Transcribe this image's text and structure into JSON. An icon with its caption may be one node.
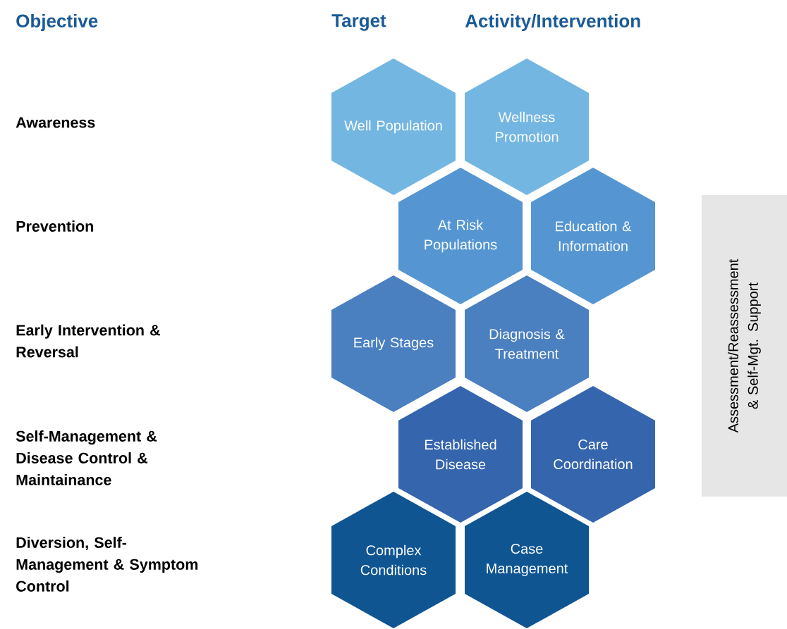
{
  "diagram": {
    "nodes": [
      {
        "text": [
          "Well Population"
        ]
      },
      {
        "text": [
          "Wellness Promotion"
        ]
      },
      {
        "text": [
          "At Risk Populations"
        ]
      },
      {
        "text": [
          "Education & Information"
        ]
      },
      {
        "text": [
          "Early Stages"
        ]
      },
      {
        "text": [
          "Diagnosis & Treatment"
        ]
      },
      {
        "text": [
          "Established Disease"
        ]
      },
      {
        "text": [
          "Care Coordination"
        ]
      },
      {
        "text": [
          "Complex Conditions"
        ]
      },
      {
        "text": [
          "Case Management"
        ]
      },
      {
        "text": [
          "Assessment/Reassessment & Self-Mgt. Support"
        ]
      }
    ],
    "labels": [
      "Objective",
      "Target",
      "Activity/Intervention",
      "Awareness",
      "Prevention",
      "Early Intervention & Reversal",
      "Self-Management & Disease Control & Maintainance",
      "Diversion, Self-Management & Symptom Control"
    ]
  }
}
